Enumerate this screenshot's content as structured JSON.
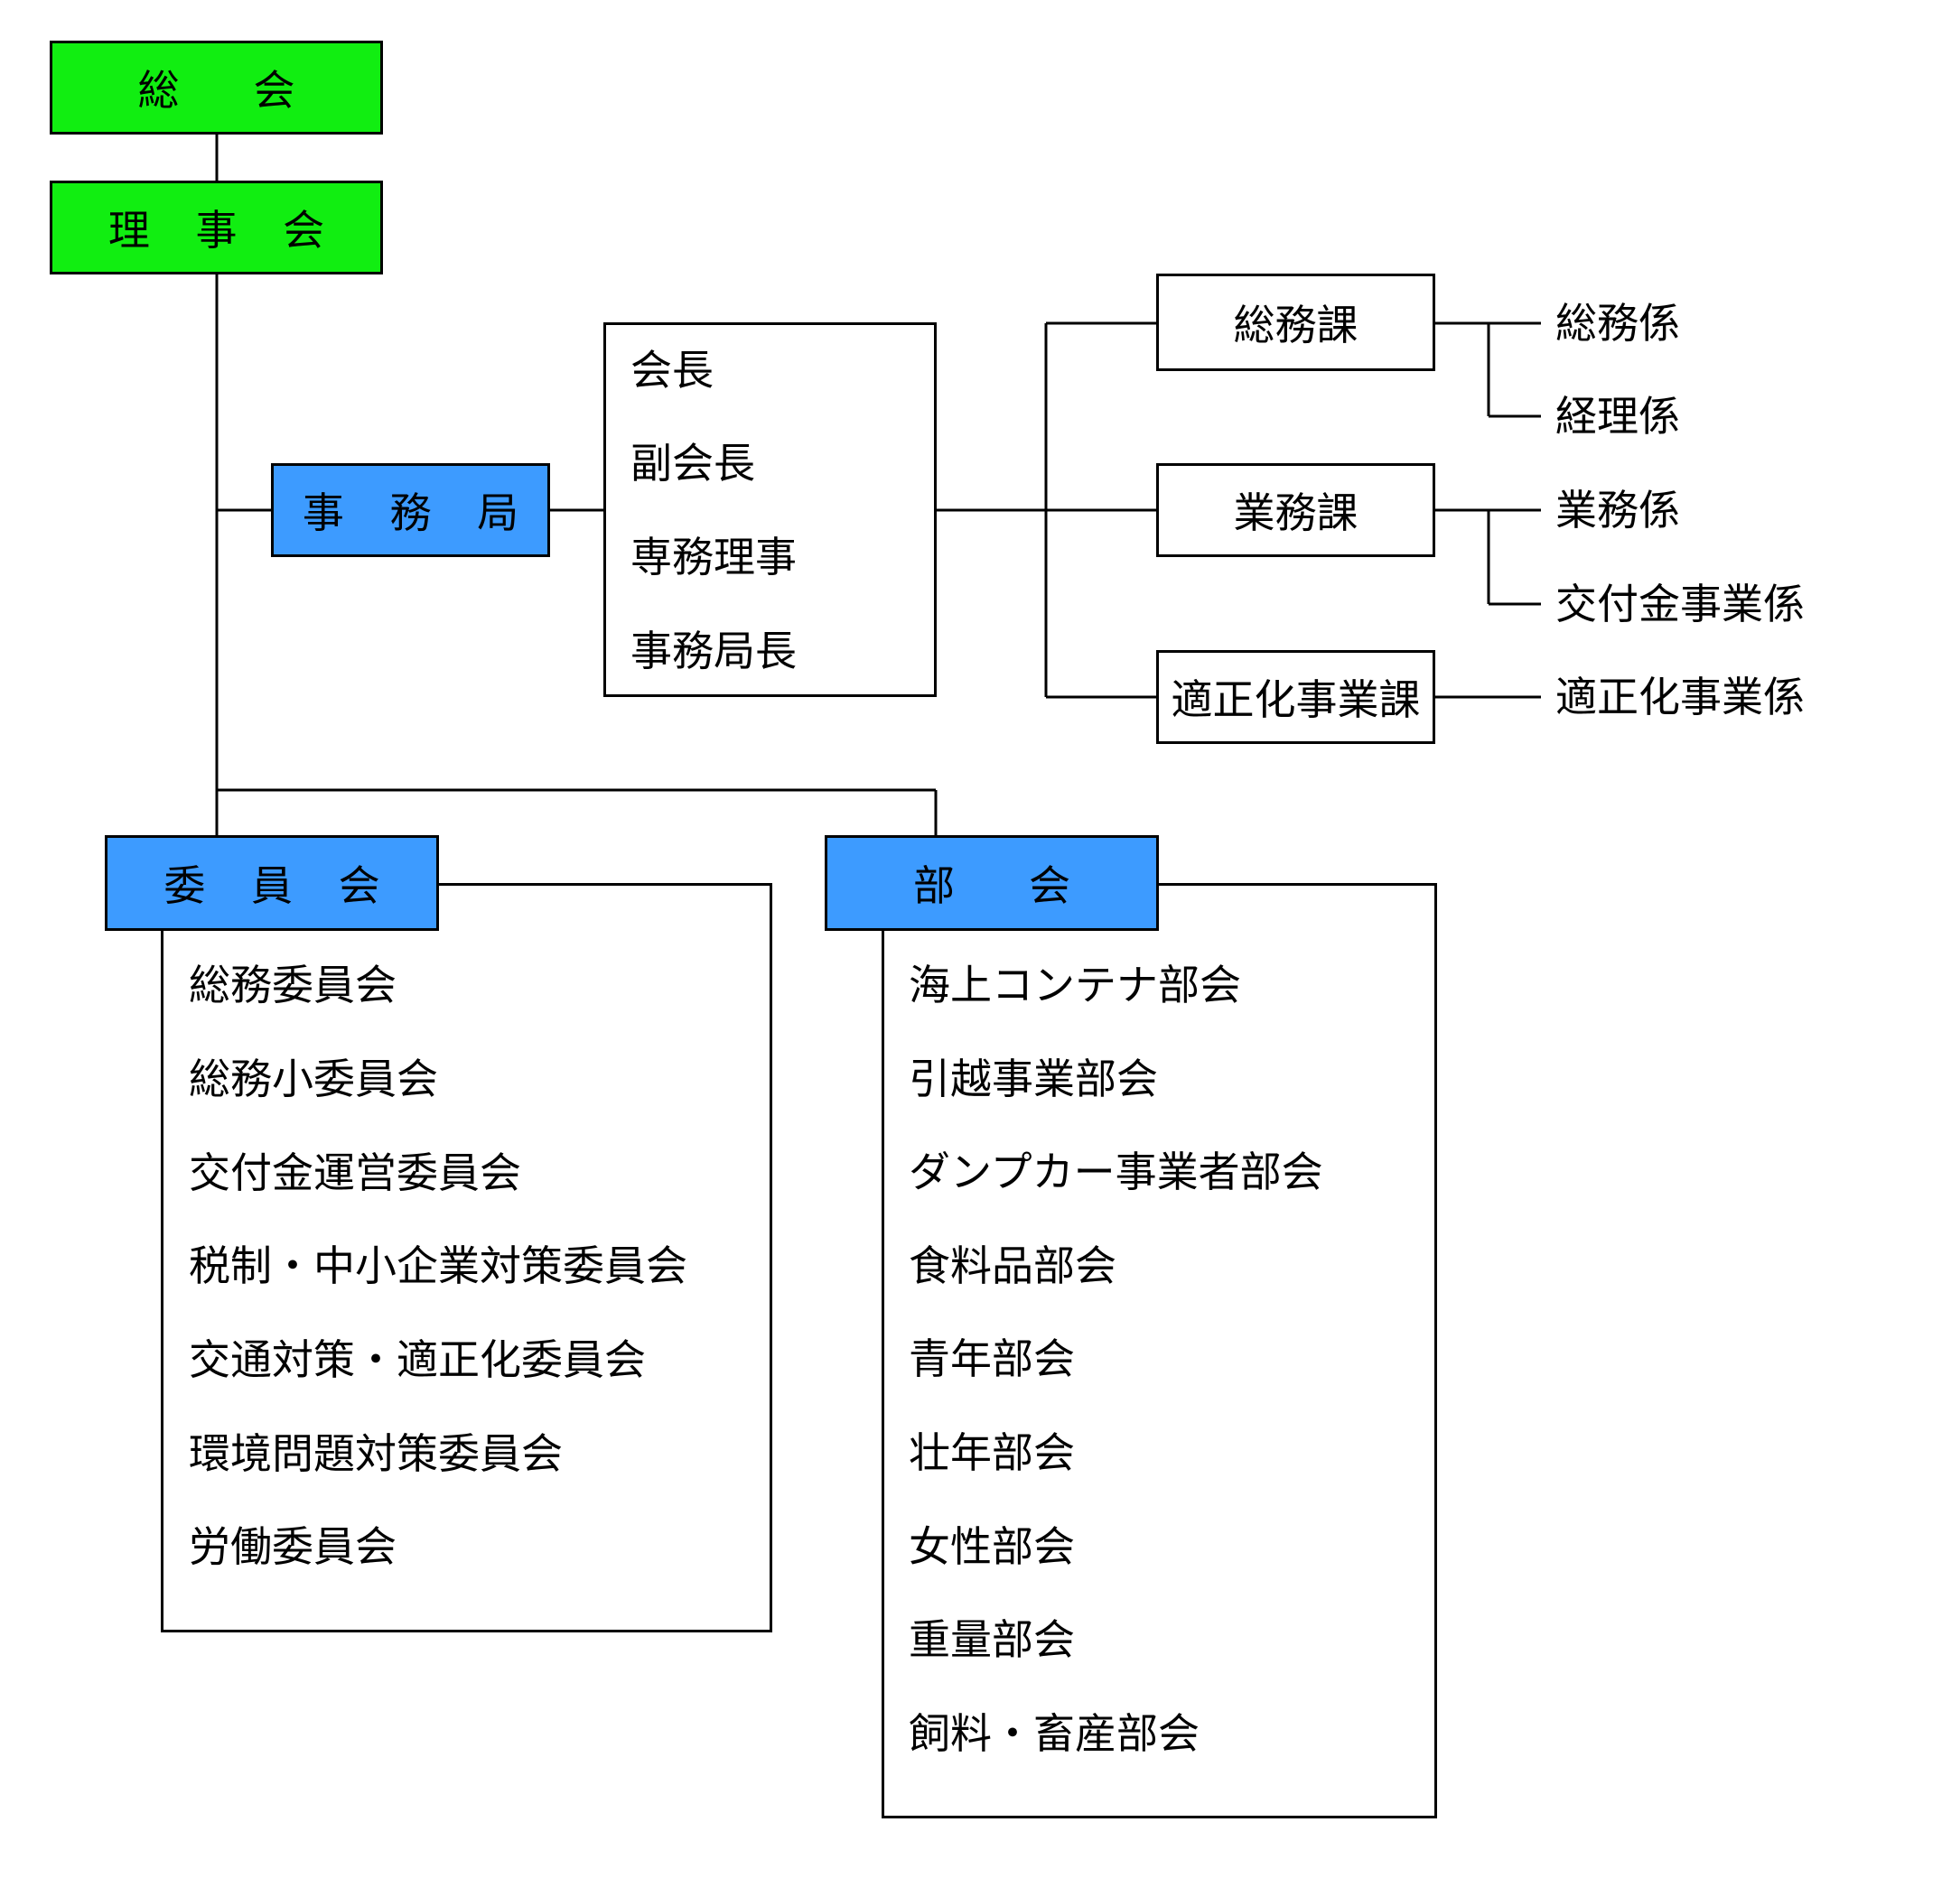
{
  "general_assembly": "総　会",
  "board": "理 事 会",
  "secretariat": "事 務 局",
  "executives": [
    "会長",
    "副会長",
    "専務理事",
    "事務局長"
  ],
  "divisions": [
    {
      "name": "総務課",
      "sections": [
        "総務係",
        "経理係"
      ]
    },
    {
      "name": "業務課",
      "sections": [
        "業務係",
        "交付金事業係"
      ]
    },
    {
      "name": "適正化事業課",
      "sections": [
        "適正化事業係"
      ]
    }
  ],
  "committees": {
    "title": "委 員 会",
    "items": [
      "総務委員会",
      "総務小委員会",
      "交付金運営委員会",
      "税制・中小企業対策委員会",
      "交通対策・適正化委員会",
      "環境問題対策委員会",
      "労働委員会"
    ]
  },
  "subcommittees": {
    "title": "部　会",
    "items": [
      "海上コンテナ部会",
      "引越事業部会",
      "ダンプカー事業者部会",
      "食料品部会",
      "青年部会",
      "壮年部会",
      "女性部会",
      "重量部会",
      "飼料・畜産部会"
    ]
  },
  "colors": {
    "top_boxes": "#11ee11",
    "mid_boxes": "#3d9bff",
    "lines": "#000000"
  }
}
